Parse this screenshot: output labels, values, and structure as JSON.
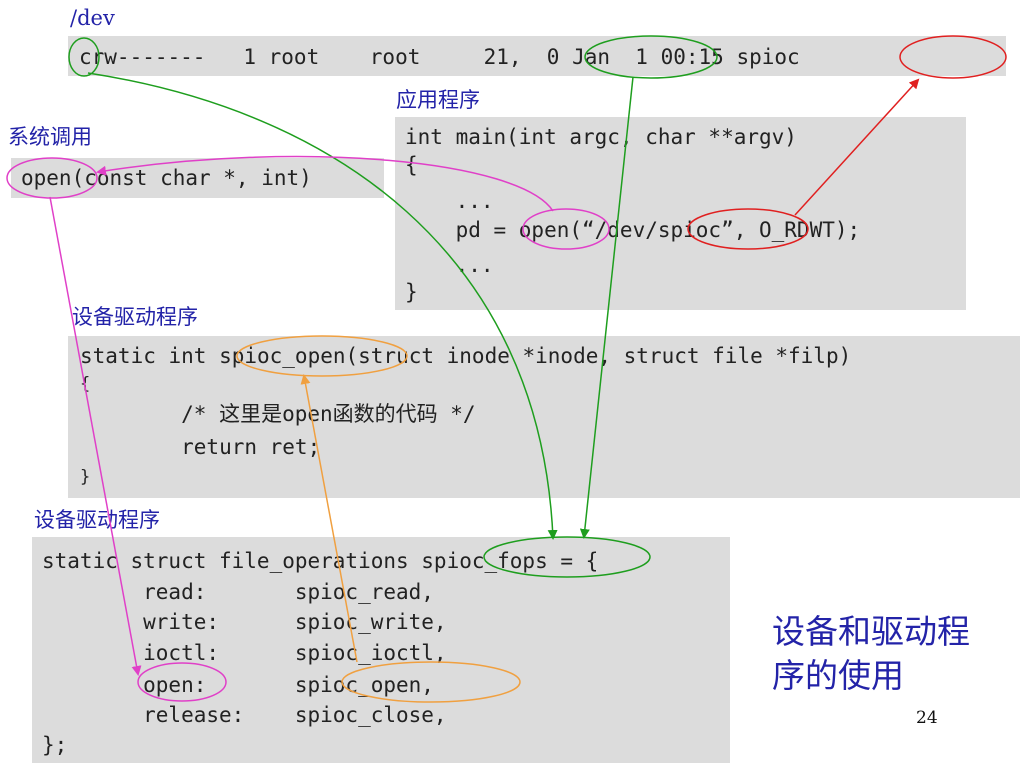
{
  "labels": {
    "dev_path": "/dev",
    "app": "应用程序",
    "syscall": "系统调用",
    "driver1": "设备驱动程序",
    "driver2": "设备驱动程序"
  },
  "dev_listing": "crw-------   1 root    root     21,  0 Jan  1 00:15 spioc",
  "syscall_code": "open(const char *, int)",
  "app_code": [
    "int main(int argc, char **argv)",
    "{",
    "    ...",
    "    pd = open(“/dev/spioc”, O_RDWT);",
    "    ...",
    "}"
  ],
  "driver_open_code": [
    "static int spioc_open(struct inode *inode, struct file *filp)",
    "{",
    "        /* 这里是open函数的代码 */",
    "        return ret;",
    "}"
  ],
  "fops_code": [
    "static struct file_operations spioc_fops = {",
    "        read:       spioc_read,",
    "        write:      spioc_write,",
    "        ioctl:      spioc_ioctl,",
    "        open:       spioc_open,",
    "        release:    spioc_close,",
    "};"
  ],
  "caption_lines": [
    "设备和驱动程",
    "序的使用"
  ],
  "page_number": "24",
  "colors": {
    "label_blue": "#2323a8",
    "box_gray": "#dcdcdc",
    "green": "#1e9e1e",
    "red": "#e02020",
    "magenta": "#e040c8",
    "orange": "#f0a040"
  }
}
